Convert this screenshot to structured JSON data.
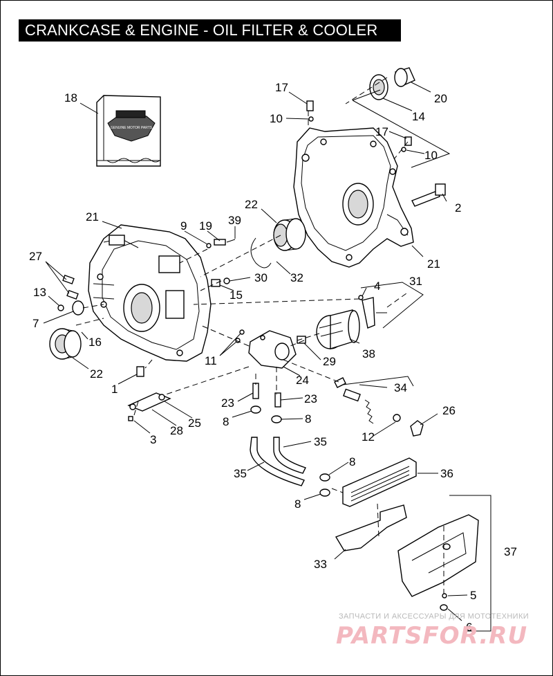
{
  "title": "CRANKCASE & ENGINE - OIL FILTER & COOLER",
  "watermark": {
    "caption": "ЗАПЧАСТИ И АКСЕССУАРЫ ДЛЯ МОТОТЕХНИКИ",
    "brand": "PARTSFOR.RU"
  },
  "logo_text": "GENUINE MOTOR PARTS",
  "callouts": [
    {
      "id": "c1",
      "text": "1"
    },
    {
      "id": "c2",
      "text": "2"
    },
    {
      "id": "c3",
      "text": "3"
    },
    {
      "id": "c4",
      "text": "4"
    },
    {
      "id": "c5",
      "text": "5"
    },
    {
      "id": "c6",
      "text": "6"
    },
    {
      "id": "c7",
      "text": "7"
    },
    {
      "id": "c8a",
      "text": "8"
    },
    {
      "id": "c8b",
      "text": "8"
    },
    {
      "id": "c8c",
      "text": "8"
    },
    {
      "id": "c8d",
      "text": "8"
    },
    {
      "id": "c9",
      "text": "9"
    },
    {
      "id": "c10a",
      "text": "10"
    },
    {
      "id": "c10b",
      "text": "10"
    },
    {
      "id": "c11",
      "text": "11"
    },
    {
      "id": "c12",
      "text": "12"
    },
    {
      "id": "c13",
      "text": "13"
    },
    {
      "id": "c14",
      "text": "14"
    },
    {
      "id": "c15",
      "text": "15"
    },
    {
      "id": "c16",
      "text": "16"
    },
    {
      "id": "c17a",
      "text": "17"
    },
    {
      "id": "c17b",
      "text": "17"
    },
    {
      "id": "c18",
      "text": "18"
    },
    {
      "id": "c19",
      "text": "19"
    },
    {
      "id": "c20",
      "text": "20"
    },
    {
      "id": "c21a",
      "text": "21"
    },
    {
      "id": "c21b",
      "text": "21"
    },
    {
      "id": "c22a",
      "text": "22"
    },
    {
      "id": "c22b",
      "text": "22"
    },
    {
      "id": "c23a",
      "text": "23"
    },
    {
      "id": "c23b",
      "text": "23"
    },
    {
      "id": "c24",
      "text": "24"
    },
    {
      "id": "c25",
      "text": "25"
    },
    {
      "id": "c26",
      "text": "26"
    },
    {
      "id": "c27",
      "text": "27"
    },
    {
      "id": "c28",
      "text": "28"
    },
    {
      "id": "c29",
      "text": "29"
    },
    {
      "id": "c30",
      "text": "30"
    },
    {
      "id": "c31",
      "text": "31"
    },
    {
      "id": "c32",
      "text": "32"
    },
    {
      "id": "c33",
      "text": "33"
    },
    {
      "id": "c34",
      "text": "34"
    },
    {
      "id": "c35a",
      "text": "35"
    },
    {
      "id": "c35b",
      "text": "35"
    },
    {
      "id": "c36",
      "text": "36"
    },
    {
      "id": "c37",
      "text": "37"
    },
    {
      "id": "c38",
      "text": "38"
    },
    {
      "id": "c39",
      "text": "39"
    }
  ]
}
